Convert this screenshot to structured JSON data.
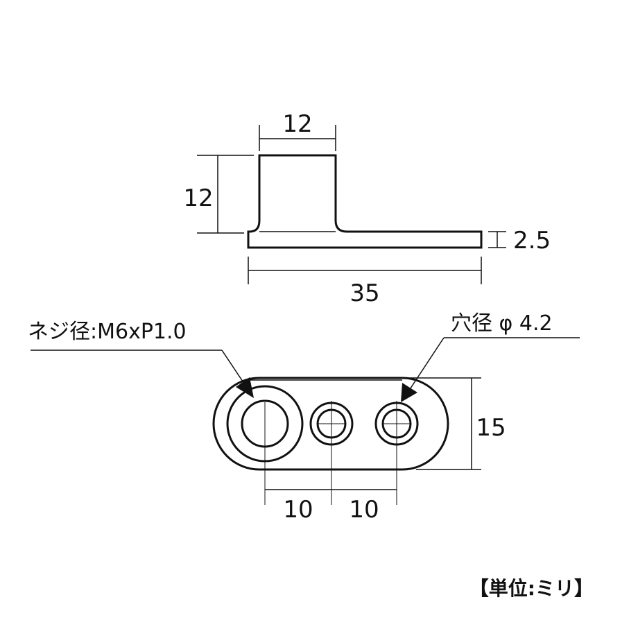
{
  "side_view": {
    "top_width": "12",
    "height": "12",
    "base_thickness": "2.5",
    "length": "35"
  },
  "plan_view": {
    "thread_note": "ネジ径:M6xP1.0",
    "hole_note": "穴径 φ 4.2",
    "width": "15",
    "pitch_1": "10",
    "pitch_2": "10"
  },
  "unit_note": "【単位:ミリ】"
}
